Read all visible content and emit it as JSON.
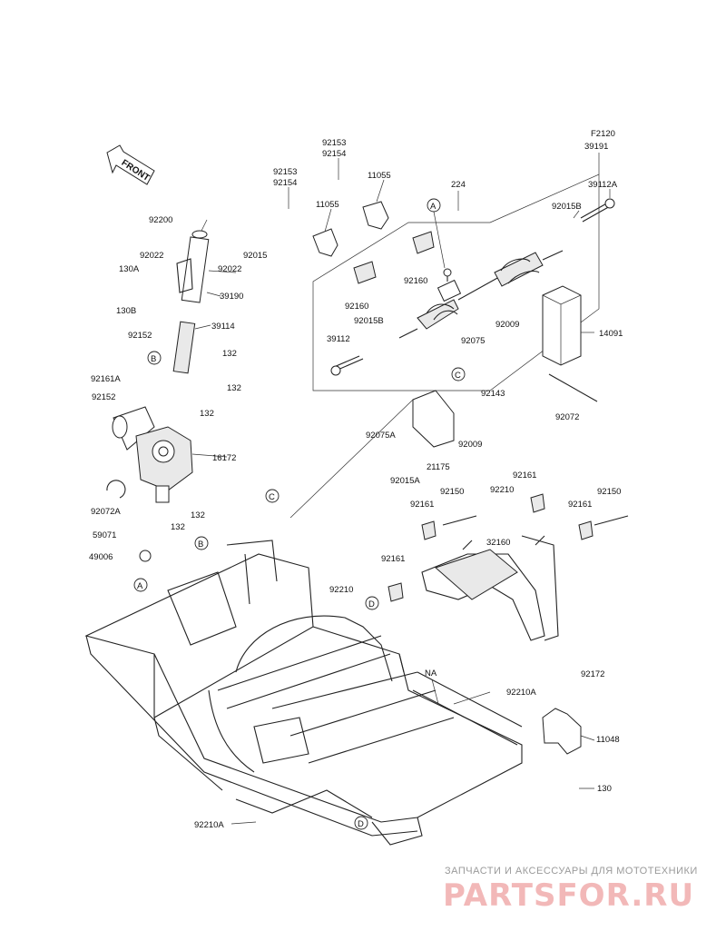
{
  "front_label": "FRONT",
  "callouts": {
    "F2120": "F2120",
    "39191": "39191",
    "92153_a": "92153",
    "92154_a": "92154",
    "92153_b": "92153",
    "92154_b": "92154",
    "11055_a": "11055",
    "11055_b": "11055",
    "224": "224",
    "39112A": "39112A",
    "92015B_a": "92015B",
    "92200": "92200",
    "92015": "92015",
    "92022_a": "92022",
    "92022_b": "92022",
    "130A": "130A",
    "39190": "39190",
    "130B": "130B",
    "92160_a": "92160",
    "92160_b": "92160",
    "92015B_b": "92015B",
    "92009_a": "92009",
    "14091": "14091",
    "92152_a": "92152",
    "39114": "39114",
    "39112": "39112",
    "92075": "92075",
    "132_a": "132",
    "92161A": "92161A",
    "92143": "92143",
    "92152_b": "92152",
    "132_b": "132",
    "92072": "92072",
    "92075A": "92075A",
    "92009_b": "92009",
    "16172": "16172",
    "92015A": "92015A",
    "21175": "21175",
    "92161_a": "92161",
    "92210_a": "92210",
    "92150_a": "92150",
    "92072A": "92072A",
    "92161_b": "92161",
    "92161_c": "92161",
    "92150_b": "92150",
    "132_c": "132",
    "59071": "59071",
    "132_d": "132",
    "32160": "32160",
    "49006": "49006",
    "92161_d": "92161",
    "92210_b": "92210",
    "NA": "NA",
    "92172": "92172",
    "92210A_a": "92210A",
    "11048": "11048",
    "130": "130",
    "92210A_b": "92210A"
  },
  "ref_markers": {
    "A": "A",
    "B": "B",
    "C": "C",
    "D": "D"
  },
  "watermark": {
    "tagline": "ЗАПЧАСТИ И АКСЕССУАРЫ ДЛЯ МОТОТЕХНИКИ",
    "brand": "PARTSFOR.RU"
  }
}
